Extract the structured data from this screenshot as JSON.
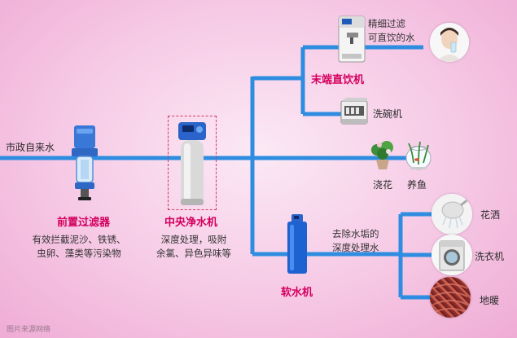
{
  "source": {
    "label": "市政自来水"
  },
  "prefilter": {
    "title": "前置过滤器",
    "desc_lines": [
      "有效拦截泥沙、铁锈、",
      "虫卵、藻类等污染物"
    ]
  },
  "central_purifier": {
    "title": "中央净水机",
    "desc_lines": [
      "深度处理，吸附",
      "余氯、异色异味等"
    ]
  },
  "end_dispenser": {
    "title": "末端直饮机",
    "output_lines": [
      "精细过滤",
      "可直饮的水"
    ]
  },
  "dishwasher": {
    "label": "洗碗机"
  },
  "watering": {
    "label": "浇花"
  },
  "fish": {
    "label": "养鱼"
  },
  "softener": {
    "title": "软水机",
    "desc_lines": [
      "去除水垢的",
      "深度处理水"
    ]
  },
  "shower": {
    "label": "花洒"
  },
  "washer": {
    "label": "洗衣机"
  },
  "floor_heating": {
    "label": "地暖"
  },
  "watermark": "图片来源网络",
  "colors": {
    "pipe": "#2e8de0",
    "title": "#d4005f"
  }
}
